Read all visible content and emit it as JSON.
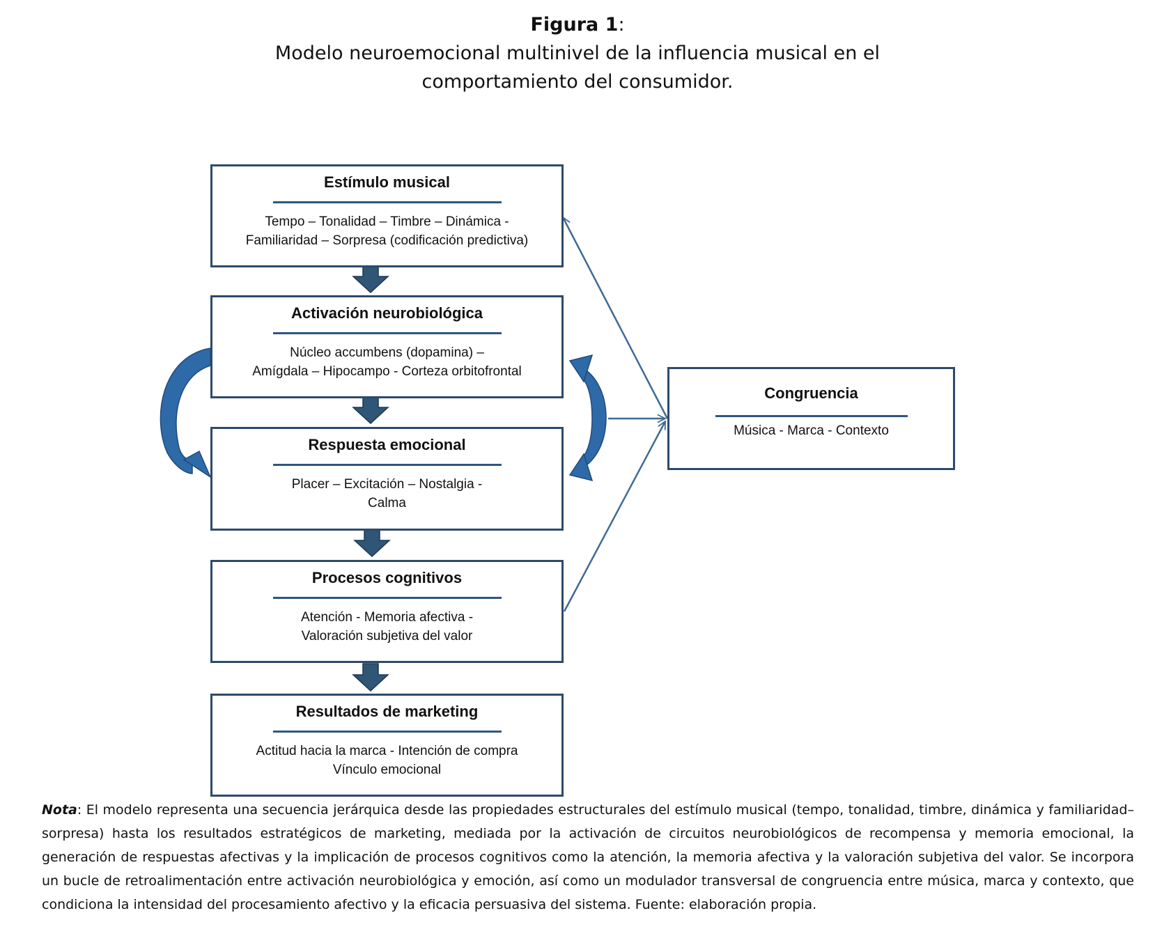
{
  "figure": {
    "label": "Figura 1",
    "label_suffix": ":",
    "title": "Modelo neuroemocional multinivel de la influencia musical en el comportamiento del consumidor."
  },
  "boxes": {
    "estimulo": {
      "title": "Estímulo musical",
      "line1": "Tempo – Tonalidad – Timbre – Dinámica -",
      "line2": "Familiaridad – Sorpresa (codificación predictiva)"
    },
    "activacion": {
      "title": "Activación neurobiológica",
      "line1": "Núcleo accumbens (dopamina) –",
      "line2": "Amígdala – Hipocampo - Corteza orbitofrontal"
    },
    "respuesta": {
      "title": "Respuesta emocional",
      "line1": "Placer – Excitación – Nostalgia -",
      "line2": "Calma"
    },
    "procesos": {
      "title": "Procesos cognitivos",
      "line1": "Atención - Memoria afectiva -",
      "line2": "Valoración subjetiva del valor"
    },
    "resultados": {
      "title": "Resultados de marketing",
      "line1": "Actitud hacia la marca - Intención de compra",
      "line2": "Vínculo emocional"
    },
    "congruencia": {
      "title": "Congruencia",
      "line1": "Música - Marca - Contexto"
    }
  },
  "note": {
    "label": "Nota",
    "text": ": El modelo representa una secuencia jerárquica desde las propiedades estructurales del estímulo musical (tempo, tonalidad, timbre, dinámica y familiaridad–sorpresa) hasta los resultados estratégicos de marketing, mediada por la activación de circuitos neurobiológicos de recompensa y memoria emocional, la generación de respuestas afectivas y la implicación de procesos cognitivos como la atención, la memoria afectiva y la valoración subjetiva del valor. Se incorpora un bucle de retroalimentación entre activación neurobiológica y emoción, así como un modulador transversal de congruencia entre música, marca y contexto, que condiciona la intensidad del procesamiento afectivo y la eficacia persuasiva del sistema. Fuente: elaboración propia."
  },
  "colors": {
    "box_border": "#2d4a6b",
    "rule": "#2e5680",
    "down_arrow": "#2f5577",
    "curved_arrow": "#2f6aa8",
    "connector": "#3f6a94"
  }
}
